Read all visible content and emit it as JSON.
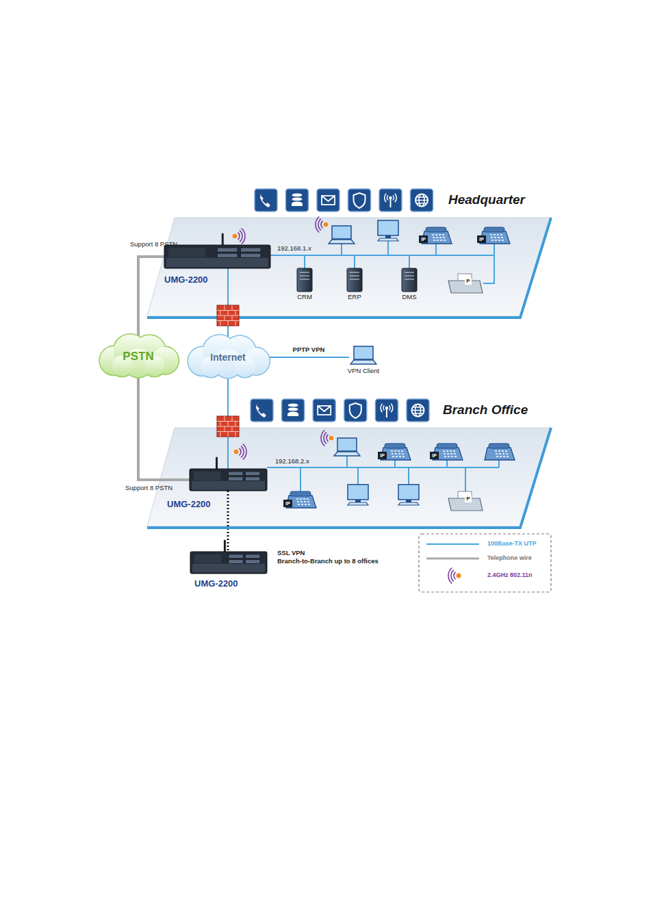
{
  "diagram": {
    "nodes": [
      {
        "text": [
          "Headquarter"
        ]
      },
      {
        "text": [
          "UMG-2200"
        ],
        "in": 0
      },
      {
        "text": [
          "CRM"
        ],
        "in": 0
      },
      {
        "text": [
          "ERP"
        ],
        "in": 0
      },
      {
        "text": [
          "DMS"
        ],
        "in": 0
      },
      {
        "text": [
          "PSTN"
        ]
      },
      {
        "text": [
          "Internet"
        ]
      },
      {
        "text": [
          "VPN Client"
        ]
      },
      {
        "text": [
          "Branch Office"
        ]
      },
      {
        "text": [
          "UMG-2200"
        ],
        "in": 8
      },
      {
        "text": [
          "UMG-2200"
        ]
      }
    ],
    "edges": [
      {
        "from": 1,
        "to": 2,
        "arrow": "none"
      },
      {
        "from": 1,
        "to": 3,
        "arrow": "none"
      },
      {
        "from": 1,
        "to": 4,
        "arrow": "none"
      },
      {
        "from": 1,
        "to": 5,
        "arrow": "none"
      },
      {
        "from": 5,
        "to": 9,
        "arrow": "none"
      },
      {
        "from": 1,
        "to": 6,
        "arrow": "none"
      },
      {
        "from": 6,
        "to": 9,
        "arrow": "none"
      },
      {
        "from": 6,
        "to": 7,
        "label": "PPTP VPN",
        "arrow": "none"
      },
      {
        "from": 9,
        "to": 10,
        "arrow": "none"
      }
    ],
    "labels": [
      "Support 8 PSTN",
      "192.168.1.x",
      "IP",
      "IP",
      "P",
      "192.168.2.x",
      "Support 8 PSTN",
      "IP",
      "IP",
      "IP",
      "P",
      "SSL VPN",
      "Branch-to-Branch up to 8 offices"
    ],
    "legend": [
      {
        "text": "100Base-TX UTP"
      },
      {
        "text": "Telephone wire"
      },
      {
        "text": "2.4GHz 802.11n"
      }
    ]
  }
}
